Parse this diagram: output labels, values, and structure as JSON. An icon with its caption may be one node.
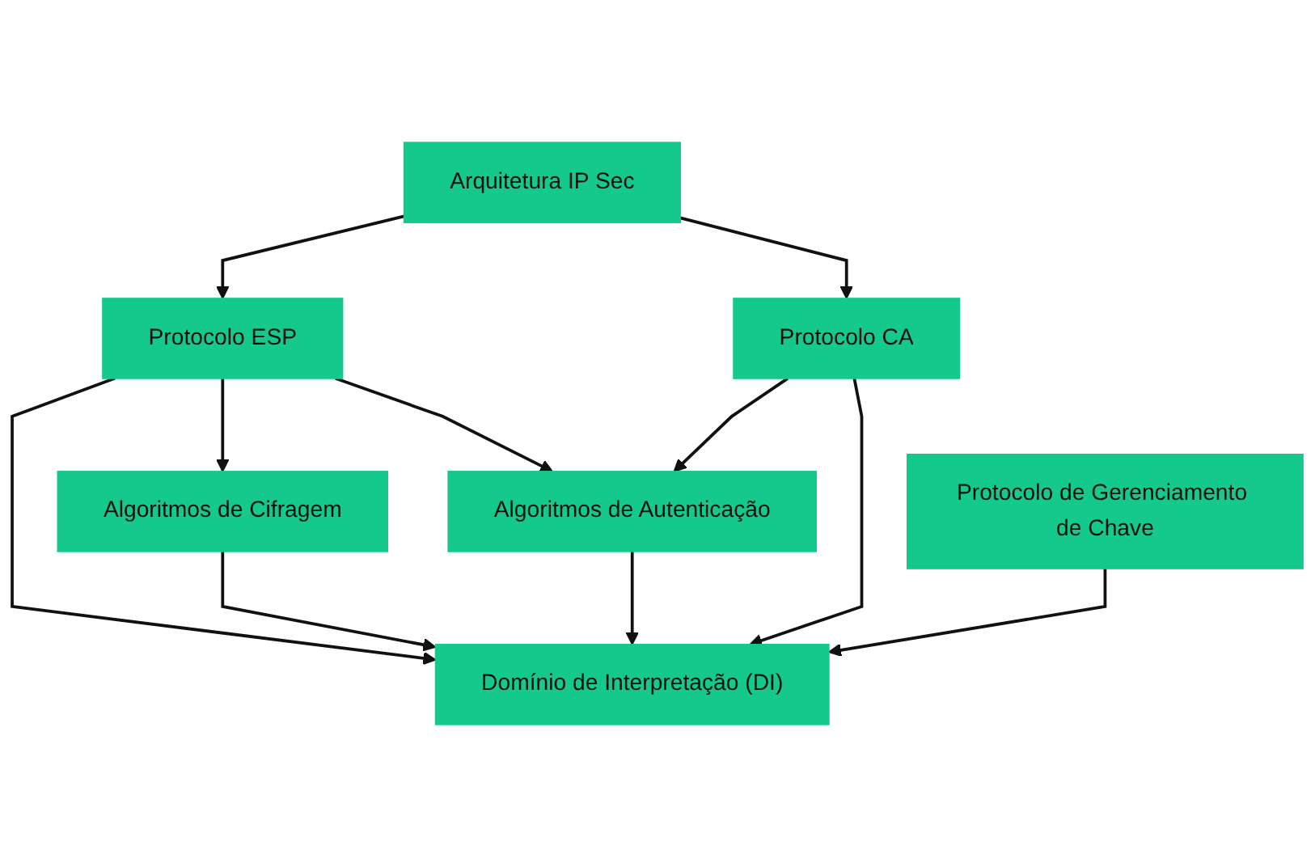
{
  "diagram": {
    "nodes": [
      {
        "text": [
          "Arquitetura IP Sec"
        ]
      },
      {
        "text": [
          "Protocolo ESP"
        ]
      },
      {
        "text": [
          "Protocolo CA"
        ]
      },
      {
        "text": [
          "Algoritmos de Cifragem"
        ]
      },
      {
        "text": [
          "Algoritmos de Autenticação"
        ]
      },
      {
        "text": [
          "Domínio de Interpretação (DI)"
        ]
      },
      {
        "text": [
          "Protocolo de Gerenciamento de Chave"
        ]
      }
    ],
    "edges": [
      {
        "from": 0,
        "to": 1,
        "arrow": "to"
      },
      {
        "from": 0,
        "to": 2,
        "arrow": "to"
      },
      {
        "from": 1,
        "to": 3,
        "arrow": "to"
      },
      {
        "from": 1,
        "to": 4,
        "arrow": "to"
      },
      {
        "from": 2,
        "to": 4,
        "arrow": "to"
      },
      {
        "from": 1,
        "to": 5,
        "arrow": "to"
      },
      {
        "from": 3,
        "to": 5,
        "arrow": "to"
      },
      {
        "from": 4,
        "to": 5,
        "arrow": "to"
      },
      {
        "from": 2,
        "to": 5,
        "arrow": "to"
      },
      {
        "from": 6,
        "to": 5,
        "arrow": "to"
      }
    ]
  }
}
